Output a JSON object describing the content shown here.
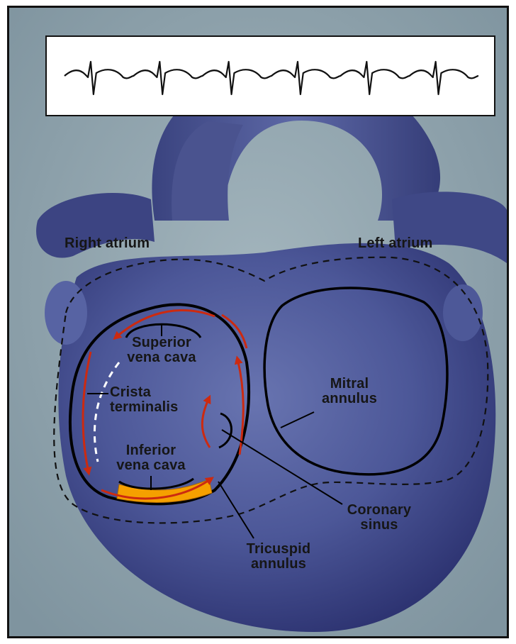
{
  "labels": {
    "right_atrium": "Right atrium",
    "left_atrium": "Left atrium",
    "superior_vena_cava": "Superior\nvena cava",
    "crista_terminalis": "Crista\nterminalis",
    "inferior_vena_cava": "Inferior\nvena cava",
    "mitral_annulus": "Mitral\nannulus",
    "coronary_sinus": "Coronary\nsinus",
    "tricuspid_annulus": "Tricuspid\nannulus"
  },
  "colors": {
    "background": "#8fa3ad",
    "heart": "#4a5596",
    "heart_dark": "#2b3168",
    "circuit_arrows": "#cc2a10",
    "ablation_line": "#f5a000",
    "ecg_trace": "#111111",
    "outline": "#000000"
  },
  "ecg": {
    "beats": 6
  }
}
